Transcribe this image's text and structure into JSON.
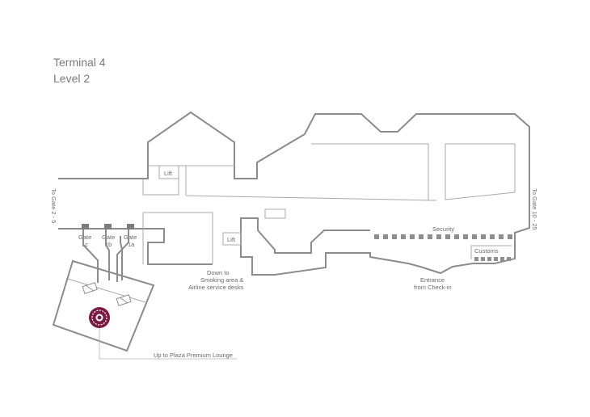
{
  "map": {
    "title_line1": "Terminal 4",
    "title_line2": "Level 2",
    "labels": {
      "lift_upper": "Lift",
      "lift_lower": "Lift",
      "to_gate_left": "To Gate 2 - 5",
      "to_gate_right": "To Gate 10 - 25",
      "gate_1c_top": "Gate",
      "gate_1c_bottom": "1c",
      "gate_1b_top": "Gate",
      "gate_1b_bottom": "1b",
      "gate_1a_top": "Gate",
      "gate_1a_bottom": "1a",
      "down_line1": "Down to",
      "down_line2": "Smoking area &",
      "down_line3": "Airline service desks",
      "security": "Security",
      "customs": "Customs",
      "entrance_line1": "Entrance",
      "entrance_line2": "from Check-in",
      "lounge": "Up to Plaza Premium Lounge"
    },
    "icons": {
      "lounge_marker": "plaza-premium-lounge-logo"
    },
    "colors": {
      "walls": "#8c8c8c",
      "text": "#6a6a6a",
      "lounge_marker": "#7a1b45"
    }
  }
}
